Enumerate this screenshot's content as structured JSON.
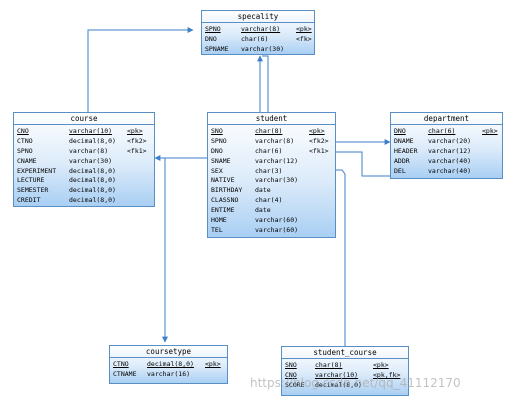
{
  "entities": {
    "speciality": {
      "title": "specality",
      "rows": [
        {
          "name": "SPNO",
          "type": "varchar(8)",
          "key": "<pk>"
        },
        {
          "name": "DNO",
          "type": "char(6)",
          "key": "<fk>"
        },
        {
          "name": "SPNAME",
          "type": "varchar(30)",
          "key": ""
        }
      ]
    },
    "course": {
      "title": "course",
      "rows": [
        {
          "name": "CNO",
          "type": "varchar(10)",
          "key": "<pk>"
        },
        {
          "name": "CTNO",
          "type": "decimal(8,0)",
          "key": "<fk2>"
        },
        {
          "name": "SPNO",
          "type": "varchar(8)",
          "key": "<fk1>"
        },
        {
          "name": "CNAME",
          "type": "varchar(30)",
          "key": ""
        },
        {
          "name": "EXPERIMENT",
          "type": "decimal(8,0)",
          "key": ""
        },
        {
          "name": "LECTURE",
          "type": "decimal(8,0)",
          "key": ""
        },
        {
          "name": "SEMESTER",
          "type": "decimal(8,0)",
          "key": ""
        },
        {
          "name": "CREDIT",
          "type": "decimal(8,0)",
          "key": ""
        }
      ]
    },
    "student": {
      "title": "student",
      "rows": [
        {
          "name": "SNO",
          "type": "char(8)",
          "key": "<pk>"
        },
        {
          "name": "SPNO",
          "type": "varchar(8)",
          "key": "<fk2>"
        },
        {
          "name": "DNO",
          "type": "char(6)",
          "key": "<fk1>"
        },
        {
          "name": "SNAME",
          "type": "varchar(12)",
          "key": ""
        },
        {
          "name": "SEX",
          "type": "char(3)",
          "key": ""
        },
        {
          "name": "NATIVE",
          "type": "varchar(30)",
          "key": ""
        },
        {
          "name": "BIRTHDAY",
          "type": "date",
          "key": ""
        },
        {
          "name": "CLASSNO",
          "type": "char(4)",
          "key": ""
        },
        {
          "name": "ENTIME",
          "type": "date",
          "key": ""
        },
        {
          "name": "HOME",
          "type": "varchar(60)",
          "key": ""
        },
        {
          "name": "TEL",
          "type": "varchar(60)",
          "key": ""
        }
      ]
    },
    "department": {
      "title": "department",
      "rows": [
        {
          "name": "DNO",
          "type": "char(6)",
          "key": "<pk>"
        },
        {
          "name": "DNAME",
          "type": "varchar(20)",
          "key": ""
        },
        {
          "name": "HEADER",
          "type": "varchar(12)",
          "key": ""
        },
        {
          "name": "ADDR",
          "type": "varchar(40)",
          "key": ""
        },
        {
          "name": "DEL",
          "type": "varchar(40)",
          "key": ""
        }
      ]
    },
    "coursetype": {
      "title": "coursetype",
      "rows": [
        {
          "name": "CTNO",
          "type": "decimal(8,0)",
          "key": "<pk>"
        },
        {
          "name": "CTNAME",
          "type": "varchar(16)",
          "key": ""
        }
      ]
    },
    "student_course": {
      "title": "student_course",
      "rows": [
        {
          "name": "SNO",
          "type": "char(8)",
          "key": "<pk>"
        },
        {
          "name": "CNO",
          "type": "varchar(10)",
          "key": "<pk,fk>"
        },
        {
          "name": "SCORE",
          "type": "decimal(8,0)",
          "key": ""
        }
      ]
    }
  },
  "watermark": "https://blog.csdn.net/qq_41112170",
  "colors": {
    "border": "#5a8fc6",
    "line": "#3d7fc9"
  }
}
